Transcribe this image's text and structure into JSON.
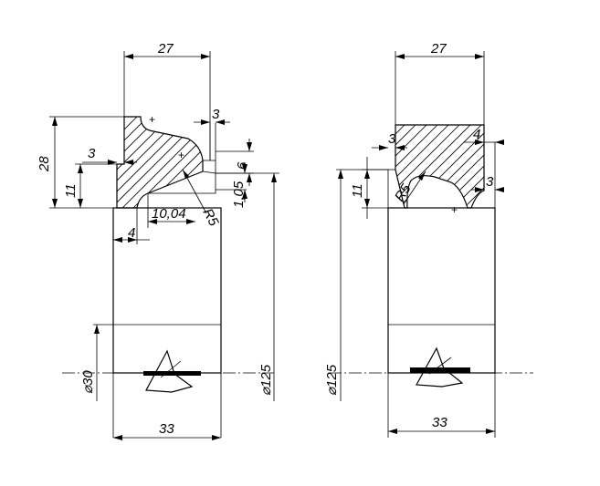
{
  "drawing": {
    "left_view": {
      "dims": {
        "top_width": "27",
        "height_28": "28",
        "height_11": "11",
        "offset_3_left": "3",
        "offset_3_top": "3",
        "dim_6": "6",
        "dim_105": "1,05",
        "dim_1004": "10,04",
        "radius": "R5",
        "dim_4": "4",
        "dia_30": "⌀30",
        "dia_125": "⌀125",
        "bottom_width": "33"
      }
    },
    "right_view": {
      "dims": {
        "top_width": "27",
        "offset_3": "3",
        "dim_4": "4",
        "height_11": "11",
        "radius": "R5",
        "dim_3_right": "3",
        "dia_125": "⌀125",
        "bottom_width": "33"
      }
    }
  }
}
